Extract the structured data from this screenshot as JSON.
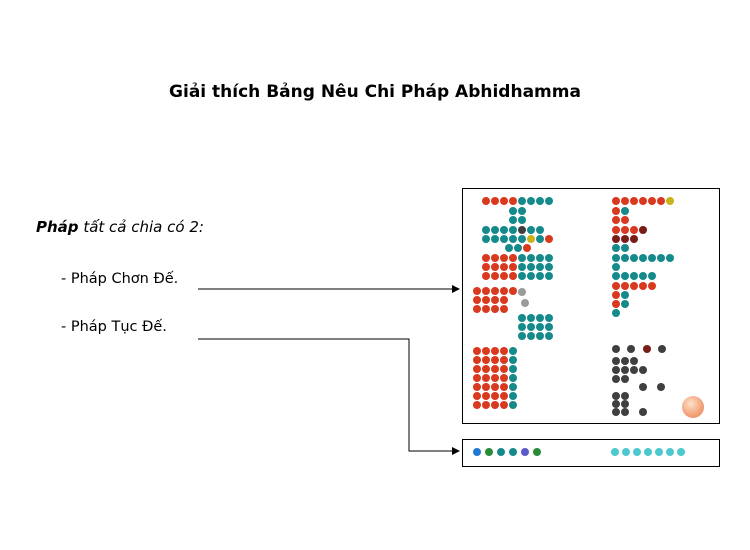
{
  "page": {
    "title": "Giải thích Bảng Nêu Chi Pháp Abhidhamma",
    "intro_bold": "Pháp",
    "intro_rest": " tất cả chia có 2:",
    "items": [
      {
        "label": "- Pháp Chơn Đế."
      },
      {
        "label": "- Pháp Tục  Đế."
      }
    ]
  },
  "colors": {
    "red": "#d9391e",
    "teal": "#158a8a",
    "dark": "#3f3f3f",
    "maroon": "#7a1c18",
    "light_cyan": "#4cc8cf",
    "blue": "#1f78d1",
    "green": "#2a8a3a",
    "orb": "#f29c72"
  }
}
